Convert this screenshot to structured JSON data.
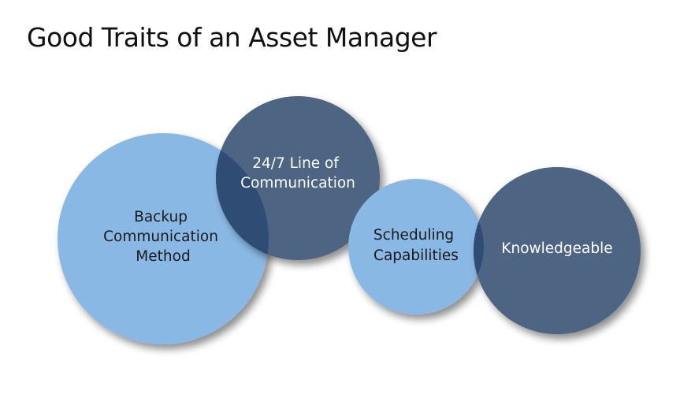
{
  "title": "Good Traits of an Asset Manager",
  "colors": {
    "light_circle": "#8AB8E5",
    "dark_circle": "#4E6582",
    "overlap": "#2F4D74",
    "background": "#FFFFFF"
  },
  "traits": [
    {
      "lines": [
        "Backup",
        "Communication",
        "Method"
      ],
      "tone": "light"
    },
    {
      "lines": [
        "24/7 Line of",
        "Communication"
      ],
      "tone": "dark"
    },
    {
      "lines": [
        "Scheduling",
        "Capabilities"
      ],
      "tone": "light"
    },
    {
      "lines": [
        "Knowledgeable"
      ],
      "tone": "dark"
    }
  ]
}
